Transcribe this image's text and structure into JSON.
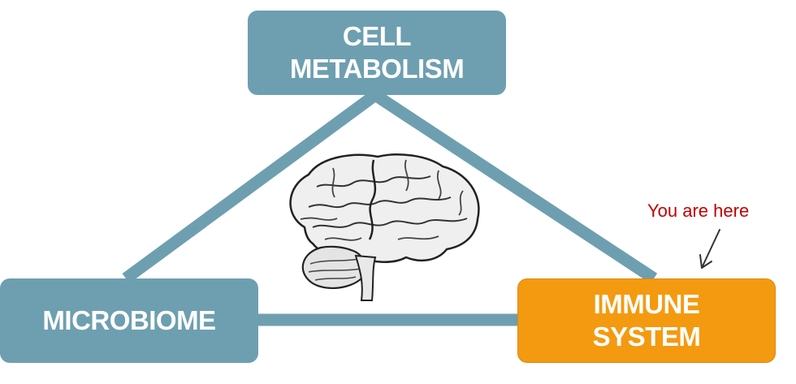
{
  "nodes": {
    "metabolism": [
      "CELL",
      "METABOLISM"
    ],
    "microbiome": [
      "MICROBIOME"
    ],
    "immune": [
      "IMMUNE",
      "SYSTEM"
    ]
  },
  "annotation": {
    "text": "You are here",
    "color": "#c00000"
  },
  "colors": {
    "node": "#6e9fb0",
    "highlight": "#f49a10",
    "connector": "#6e9fb0"
  },
  "icons": {
    "center": "brain-illustration",
    "pointer": "arrow-down-left-icon"
  }
}
